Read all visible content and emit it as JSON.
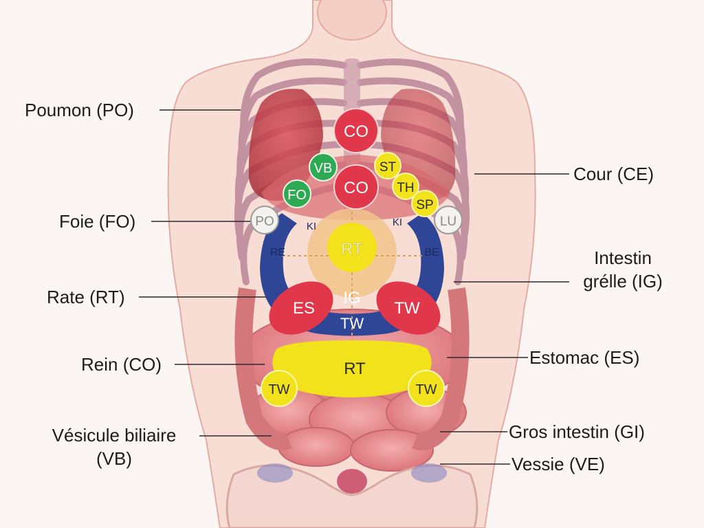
{
  "labels_left": [
    {
      "key": "poumon",
      "text": "Poumon (PO)"
    },
    {
      "key": "foie",
      "text": "Foie (FO)"
    },
    {
      "key": "rate",
      "text": "Rate (RT)"
    },
    {
      "key": "rein",
      "text": "Rein (CO)"
    },
    {
      "key": "vesicule",
      "line1": "Vésicule biliaire",
      "line2": "(VB)"
    }
  ],
  "labels_right": [
    {
      "key": "coeur",
      "text": "Cour (CE)"
    },
    {
      "key": "intestin_grele",
      "line1": "Intestin",
      "line2": "grélle (IG)"
    },
    {
      "key": "estomac",
      "text": "Estomac (ES)"
    },
    {
      "key": "gros_intestin",
      "text": "Gros intestin (GI)"
    },
    {
      "key": "vessie",
      "text": "Vessie (VE)"
    }
  ],
  "markers": {
    "co_top": "CO",
    "vb": "VB",
    "co_mid": "CO",
    "st": "ST",
    "th": "TH",
    "fo": "FO",
    "sp": "SP",
    "po": "PO",
    "lu": "LU",
    "ki_left": "KI",
    "ki_right": "KI",
    "re": "RE",
    "be": "BE",
    "rt_center": "RT",
    "es": "ES",
    "ig": "IG",
    "tw_right": "TW",
    "tw_band": "TW",
    "rt_lower": "RT",
    "tw_low_left": "TW",
    "tw_low_right": "TW"
  },
  "colors": {
    "red": "#e0384a",
    "green": "#2eaa52",
    "yellow": "#f2e21c",
    "blue": "#2f4596",
    "white": "#f4f2f0",
    "skin": "#f6d7cd",
    "flesh": "#e58a8e"
  }
}
